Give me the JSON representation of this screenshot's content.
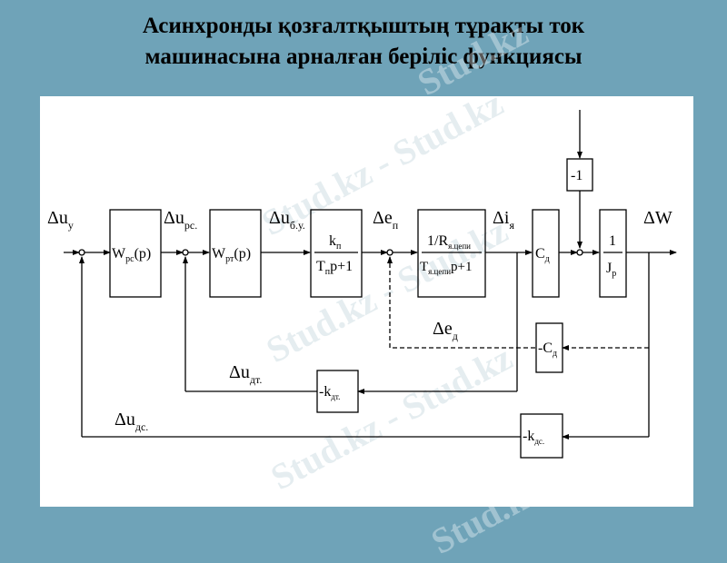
{
  "slide": {
    "title_line1": "Асинхронды қозғалтқыштың тұрақты ток",
    "title_line2": "машинасына арналған беріліс функциясы"
  },
  "watermark": "Stud.kz",
  "watermark_sep": "Stud.kz - Stud.kz",
  "diagram": {
    "signals": {
      "du_y_delta": "Δ",
      "du_y": "u",
      "du_y_sub": "у",
      "du_pc_delta": "Δ",
      "du_pc": "u",
      "du_pc_sub": "рс.",
      "du_by_delta": "Δ",
      "du_by": "u",
      "du_by_sub": "б.у.",
      "de_n_delta": "Δ",
      "de_n": "e",
      "de_n_sub": "п",
      "di_y_delta": "Δ",
      "di_y": "i",
      "di_y_sub": "я",
      "dw_delta": "Δ",
      "dw": "W",
      "de_d_delta": "Δ",
      "de_d": "e",
      "de_d_sub": "д",
      "du_dt_delta": "Δ",
      "du_dt": "u",
      "du_dt_sub": "дт.",
      "du_dc_delta": "Δ",
      "du_dc": "u",
      "du_dc_sub": "дс."
    },
    "blocks": {
      "wpc": "W",
      "wpc_sub": "рс",
      "wpc_arg": "(p)",
      "wpt": "W",
      "wpt_sub": "рт",
      "wpt_arg": "(p)",
      "conv_num": "k",
      "conv_num_sub": "п",
      "conv_den": "T",
      "conv_den_sub": "п",
      "conv_den_tail": "p+1",
      "arm_num": "1/R",
      "arm_num_sub": "я.цепи",
      "arm_den": "T",
      "arm_den_sub": "я.цепи",
      "arm_den_tail": "p+1",
      "cd": "C",
      "cd_sub": "д",
      "mech_num": "1",
      "mech_den": "J",
      "mech_den_sub": "р",
      "minus_one": "-1",
      "neg_cd": "-C",
      "neg_cd_sub": "д",
      "neg_kdt": "-k",
      "neg_kdt_sub": "дт.",
      "neg_kdc": "-k",
      "neg_kdc_sub": "дс."
    }
  }
}
